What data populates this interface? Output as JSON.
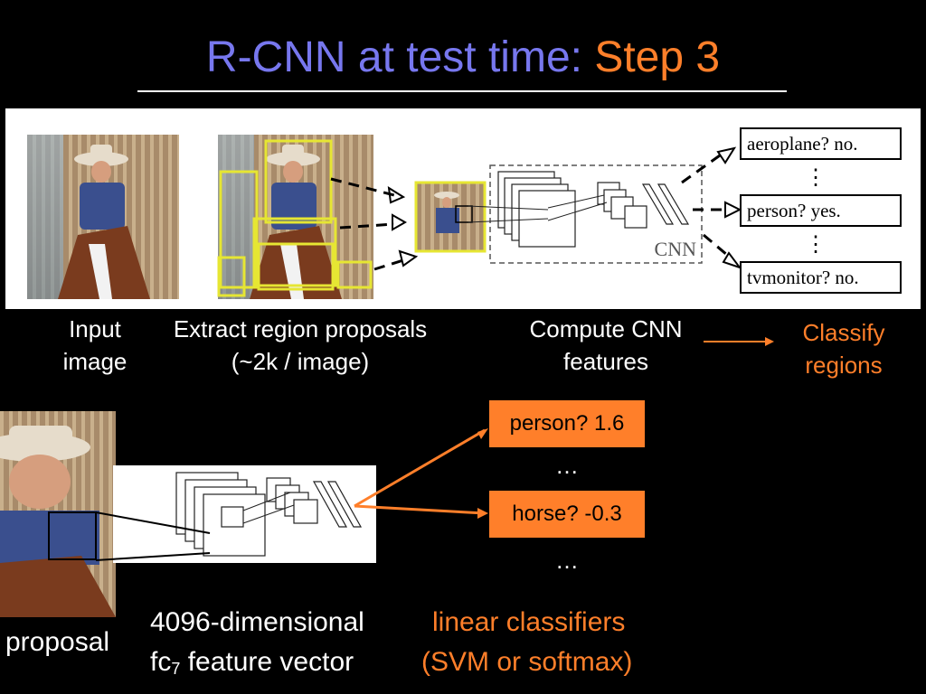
{
  "slide": {
    "title_main": "R-CNN at test time: ",
    "title_step": "Step 3"
  },
  "pipeline": {
    "classes": [
      {
        "label": "aeroplane?",
        "answer": "no."
      },
      {
        "label": "person?",
        "answer": "yes."
      },
      {
        "label": "tvmonitor?",
        "answer": "no."
      }
    ],
    "cnn_label": "CNN",
    "vdots": "⋮"
  },
  "stages": {
    "input": "Input image",
    "extract": "Extract region proposals (~2k / image)",
    "compute": "Compute CNN features",
    "classify": "Classify regions"
  },
  "detail": {
    "scores": [
      {
        "label": "person?  1.6"
      },
      {
        "label": "horse?  -0.3"
      }
    ],
    "ellipsis": "…",
    "proposal_label": "proposal",
    "feature_line1": "4096-dimensional",
    "feature_line2_prefix": "fc",
    "feature_line2_sub": "7",
    "feature_line2_suffix": " feature vector",
    "classifier_line1": "linear classifiers",
    "classifier_line2": "(SVM or softmax)"
  },
  "colors": {
    "title": "#7777ee",
    "accent": "#ff7f2a",
    "highlight": "#e6e633"
  }
}
